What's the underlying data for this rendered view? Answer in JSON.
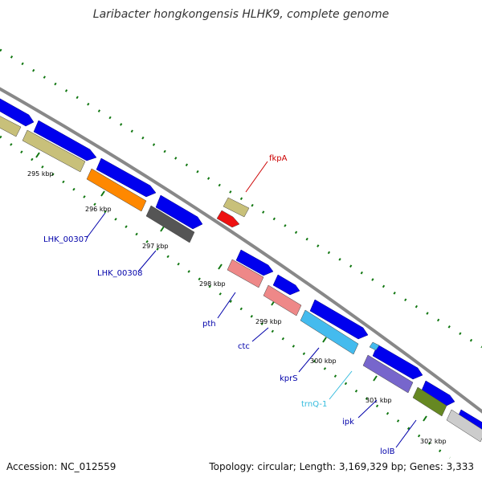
{
  "title": "Laribacter hongkongensis HLHK9, complete genome",
  "footer": {
    "accession": "Accession: NC_012559",
    "summary": "Topology: circular; Length: 3,169,329 bp; Genes: 3,333"
  },
  "tick_labels": [
    "295 kbp",
    "296 kbp",
    "297 kbp",
    "298 kbp",
    "299 kbp",
    "300 kbp",
    "301 kbp",
    "302 kbp"
  ],
  "gene_labels": [
    {
      "text": "fkpA",
      "color": "#cc0000"
    },
    {
      "text": "LHK_00307",
      "color": "#0000aa"
    },
    {
      "text": "LHK_00308",
      "color": "#0000aa"
    },
    {
      "text": "pth",
      "color": "#0000aa"
    },
    {
      "text": "ctc",
      "color": "#0000aa"
    },
    {
      "text": "kprS",
      "color": "#0000aa"
    },
    {
      "text": "trnQ-1",
      "color": "#33bbdd"
    },
    {
      "text": "ipk",
      "color": "#0000aa"
    },
    {
      "text": "lolB",
      "color": "#0000aa"
    }
  ],
  "colors": {
    "backbone": "#888888",
    "cds": "#0000ee",
    "tick_dots": "#117711",
    "khaki": "#c8c07a",
    "orange": "#ff8800",
    "dark_gray": "#555555",
    "salmon": "#ee8888",
    "light_blue": "#44bbee",
    "purple": "#7766cc",
    "olive": "#668822",
    "light_gray": "#cccccc",
    "red": "#ee1111"
  }
}
